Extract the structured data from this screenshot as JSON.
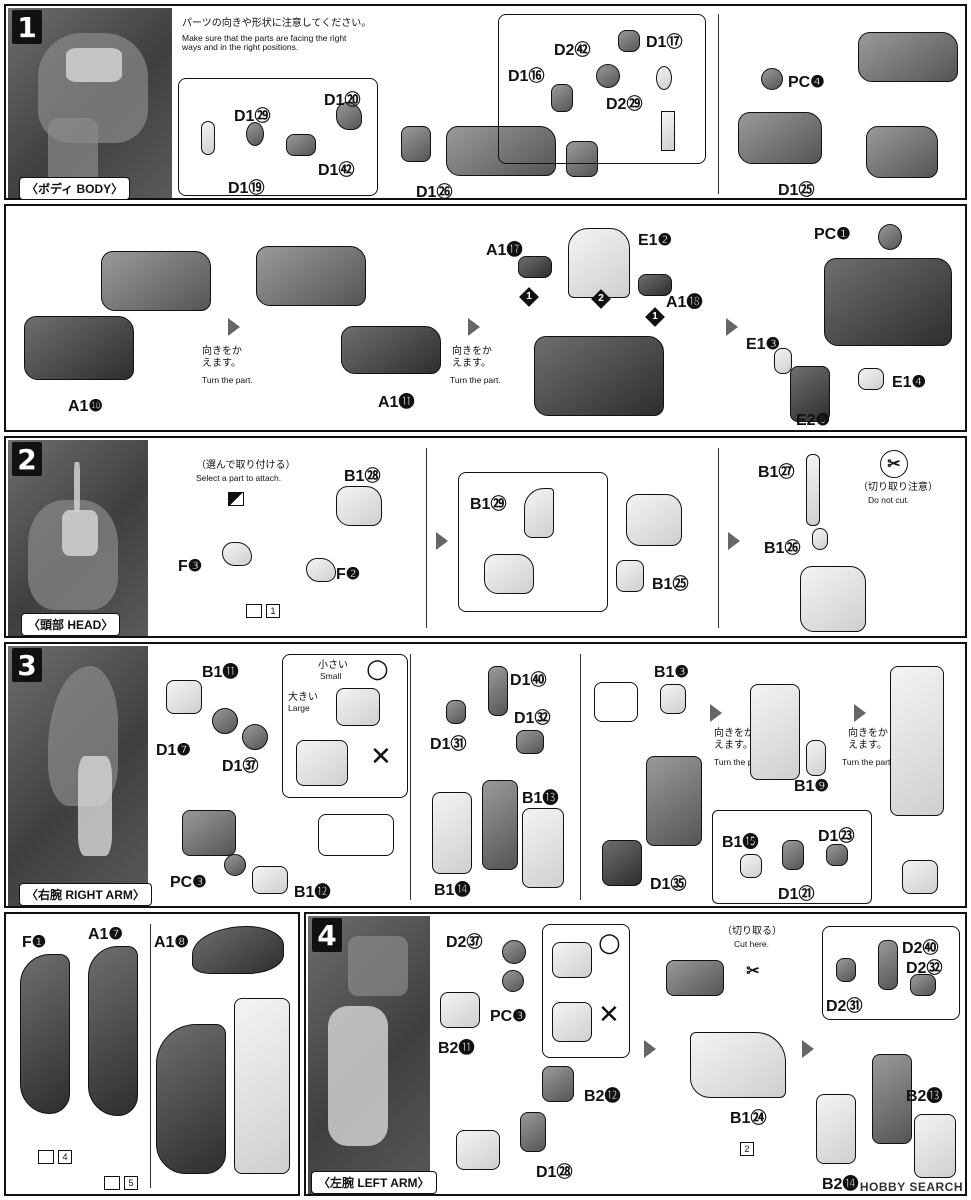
{
  "steps": [
    {
      "num": "1",
      "label": "〈ボディ BODY〉"
    },
    {
      "num": "2",
      "label": "〈頭部 HEAD〉"
    },
    {
      "num": "3",
      "label": "〈右腕 RIGHT ARM〉"
    },
    {
      "num": "4",
      "label": "〈左腕 LEFT ARM〉"
    }
  ],
  "notes": {
    "orientation_jp": "パーツの向きや形状に注意してください。",
    "orientation_en": "Make sure that the parts are facing the right ways and in the right positions.",
    "turn_jp": "向きをかえます。",
    "turn_en": "Turn the part.",
    "select_jp": "（選んで取り付ける）",
    "select_en": "Select a part to attach.",
    "nocut_jp": "（切り取り注意）",
    "nocut_en": "Do not cut.",
    "cut_jp": "（切り取る）",
    "cut_en": "Cut here.",
    "small_jp": "小さい",
    "small_en": "Small",
    "large_jp": "大きい",
    "large_en": "Large",
    "ok_mark": "○",
    "ng_mark": "✕"
  },
  "parts": {
    "s1a": [
      "D1⑳",
      "D1㉙",
      "D1㊷",
      "D1⑲",
      "D1㉖",
      "D2㊷",
      "D1⑰",
      "D1⑯",
      "D2㉙",
      "PC❹",
      "D1㉕"
    ],
    "s1b": [
      "A1❿",
      "A1⓫",
      "A1⓱",
      "E1❷",
      "A1⓲",
      "PC❶",
      "E1❸",
      "E1❹",
      "E2❻"
    ],
    "s2": [
      "B1㉘",
      "F❸",
      "F❷",
      "B1㉙",
      "B1㉕",
      "B1㉗",
      "B1㉖"
    ],
    "s3": [
      "B1⓫",
      "D1❼",
      "D1㊲",
      "PC❸",
      "B1⓬",
      "D1㊵",
      "D1㉜",
      "D1㉛",
      "B1⓭",
      "B1⓮",
      "B1❸",
      "D1㉟",
      "B1❾",
      "B1⓯",
      "D1㉓",
      "D1㉑"
    ],
    "s3b": [
      "F❶",
      "A1❼",
      "A1❽"
    ],
    "s4": [
      "D2㊲",
      "PC❸",
      "B2⓫",
      "B2⓬",
      "D1㉘",
      "B1㉔",
      "D2㊵",
      "D2㉛",
      "D2㉜",
      "B2⓭",
      "B2⓮"
    ]
  },
  "markers": {
    "one": "1",
    "four": "4",
    "five": "5",
    "two": "2",
    "bullet_one": "1",
    "bullet_two": "2"
  },
  "watermark": "HOBBY SEARCH"
}
